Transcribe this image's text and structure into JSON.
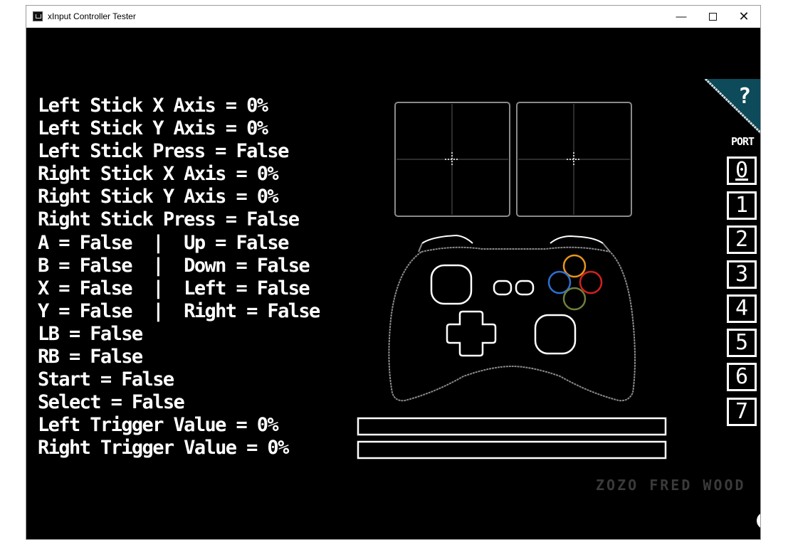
{
  "window": {
    "title": "xInput Controller Tester",
    "minimize_icon": "minimize-icon",
    "maximize_icon": "maximize-icon",
    "close_icon": "close-icon"
  },
  "readout": [
    "Left Stick X Axis = 0%",
    "Left Stick Y Axis = 0%",
    "Left Stick Press = False",
    "Right Stick X Axis = 0%",
    "Right Stick Y Axis = 0%",
    "Right Stick Press = False",
    "A = False  |  Up = False",
    "B = False  |  Down = False",
    "X = False  |  Left = False",
    "Y = False  |  Right = False",
    "LB = False",
    "RB = False",
    "Start = False",
    "Select = False",
    "Left Trigger Value = 0%",
    "Right Trigger Value = 0%"
  ],
  "sticks": {
    "left": {
      "x": 0,
      "y": 0
    },
    "right": {
      "x": 0,
      "y": 0
    }
  },
  "triggers": {
    "left": 0,
    "right": 0
  },
  "help": {
    "glyph": "?",
    "icon": "help-icon"
  },
  "port": {
    "label": "PORT",
    "options": [
      "0",
      "1",
      "2",
      "3",
      "4",
      "5",
      "6",
      "7"
    ],
    "selected": "0"
  },
  "credit": "ZOZO FRED WOOD",
  "colors": {
    "background": "#000000",
    "foreground": "#ffffff",
    "button_a": "#6f7f3a",
    "button_b": "#d42020",
    "button_x": "#2e6fd1",
    "button_y": "#e8941c",
    "help_banner": "#0d4a5a",
    "credit": "#3a3a3a",
    "outline_gray": "#8a8a8a"
  }
}
